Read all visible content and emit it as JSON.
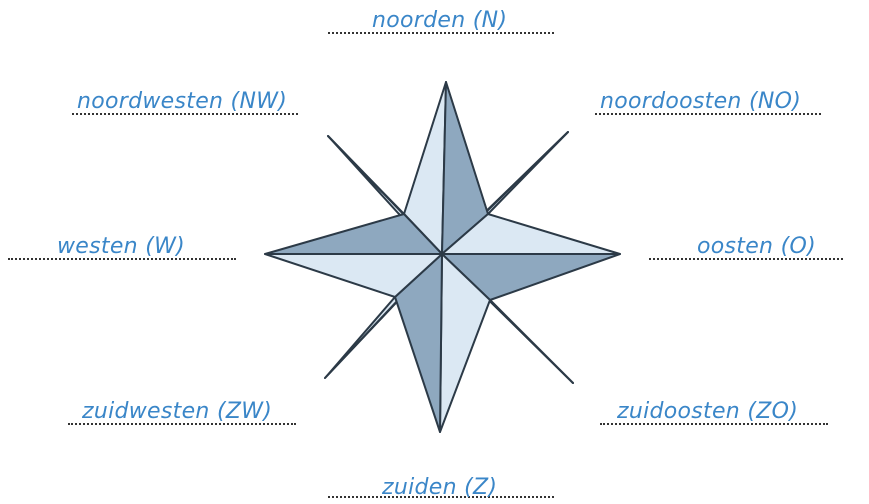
{
  "labels": {
    "n": "noorden (N)",
    "ne": "noordoosten (NO)",
    "e": "oosten (O)",
    "se": "zuidoosten (ZO)",
    "s": "zuiden (Z)",
    "sw": "zuidwesten (ZW)",
    "w": "westen (W)",
    "nw": "noordwesten (NW)"
  },
  "colors": {
    "label_text": "#3a86c8",
    "star_light": "#dbe8f3",
    "star_dark": "#8ea8bf",
    "outline": "#2c3a47"
  }
}
